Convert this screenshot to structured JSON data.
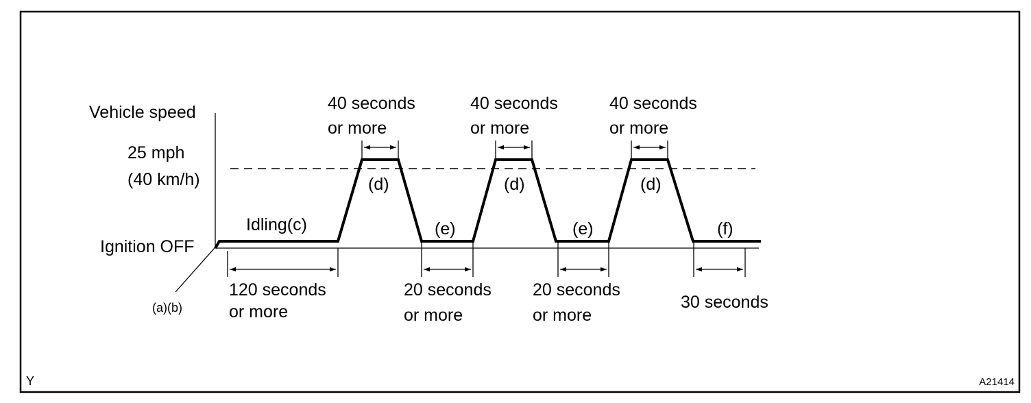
{
  "labels": {
    "vehicle_speed": "Vehicle speed",
    "speed_mph": "25 mph",
    "speed_kmh": "(40 km/h)",
    "ignition_off": "Ignition OFF",
    "step_ab": "(a)(b)",
    "idling": "Idling(c)"
  },
  "phases": [
    {
      "tag": "(d)",
      "duration_line1": "40 seconds",
      "duration_line2": "or more"
    },
    {
      "tag": "(e)",
      "duration_line1": "20 seconds",
      "duration_line2": "or more"
    },
    {
      "tag": "(d)",
      "duration_line1": "40 seconds",
      "duration_line2": "or more"
    },
    {
      "tag": "(e)",
      "duration_line1": "20 seconds",
      "duration_line2": "or more"
    },
    {
      "tag": "(d)",
      "duration_line1": "40 seconds",
      "duration_line2": "or more"
    },
    {
      "tag": "(f)",
      "duration_line1": "30 seconds",
      "duration_line2": ""
    }
  ],
  "idle_duration": {
    "line1": "120 seconds",
    "line2": "or more"
  },
  "footer": {
    "corner_mark": "Y",
    "figure_code": "A21414"
  }
}
